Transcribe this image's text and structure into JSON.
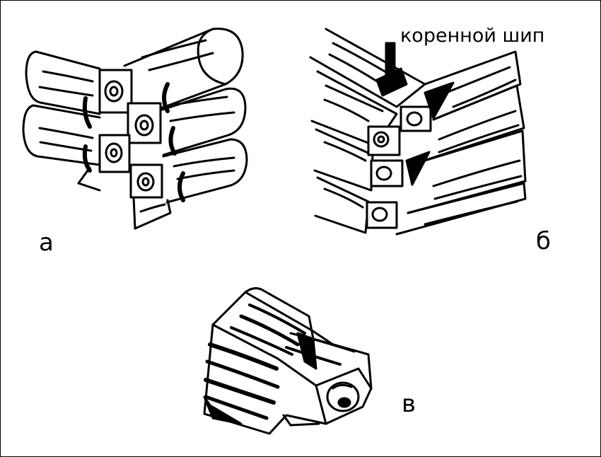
{
  "labels": {
    "a": "а",
    "b": "б",
    "v": "в",
    "root_tenon": "коренной шип"
  },
  "colors": {
    "ink": "#000000",
    "paper": "#ffffff"
  }
}
